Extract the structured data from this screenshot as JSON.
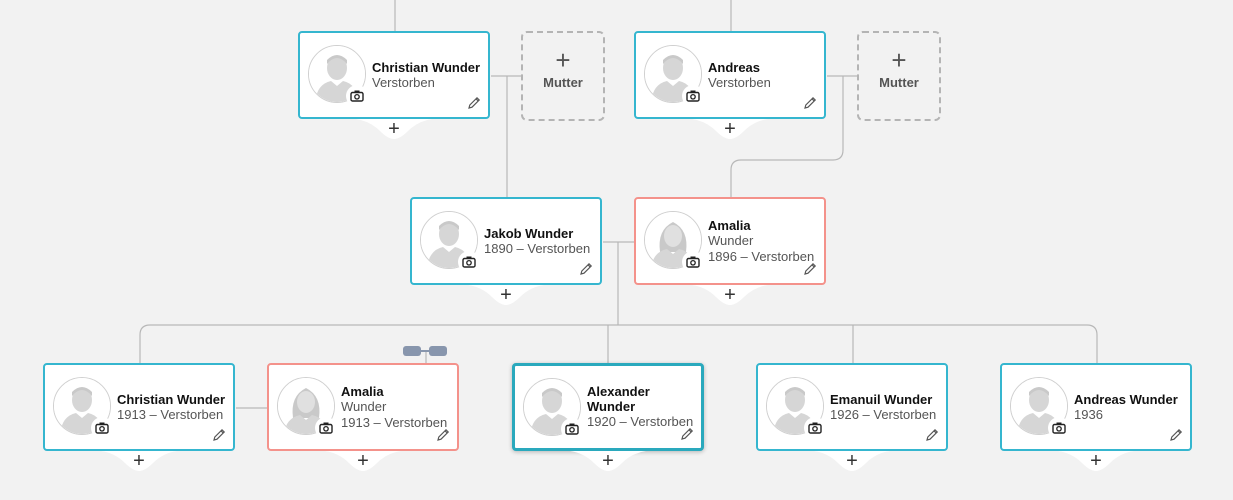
{
  "people": [
    {
      "id": "christian-wunder-grandfather",
      "name": "Christian Wunder",
      "sub1": "Verstorben",
      "sub2": ""
    },
    {
      "id": "andreas-grandfather",
      "name": "Andreas",
      "sub1": "Verstorben",
      "sub2": ""
    },
    {
      "id": "jakob-wunder",
      "name": "Jakob Wunder",
      "sub1": "1890 – Verstorben",
      "sub2": ""
    },
    {
      "id": "amalia-mother",
      "name": "Amalia",
      "sub1": "Wunder",
      "sub2": "1896 – Verstorben"
    },
    {
      "id": "christian-wunder-child",
      "name": "Christian Wunder",
      "sub1": "1913 – Verstorben",
      "sub2": ""
    },
    {
      "id": "amalia-wunder-child",
      "name": "Amalia",
      "sub1": "Wunder",
      "sub2": "1913 – Verstorben"
    },
    {
      "id": "alexander-wunder",
      "name": "Alexander Wunder",
      "sub1": "1920 – Verstorben",
      "sub2": ""
    },
    {
      "id": "emanuil-wunder",
      "name": "Emanuil Wunder",
      "sub1": "1926 – Verstorben",
      "sub2": ""
    },
    {
      "id": "andreas-wunder-child",
      "name": "Andreas Wunder",
      "sub1": "1936",
      "sub2": ""
    }
  ],
  "placeholders": {
    "mother_label": "Mutter",
    "plus": "+"
  },
  "add_symbol": "+",
  "colors": {
    "male_border": "#35b6cf",
    "female_border": "#f4928b",
    "background": "#f2f2f2",
    "connector": "#b8b8b8"
  },
  "icons": {
    "camera": "camera-icon",
    "edit": "pencil-icon",
    "add": "plus-icon",
    "couple": "couple-link-icon"
  }
}
